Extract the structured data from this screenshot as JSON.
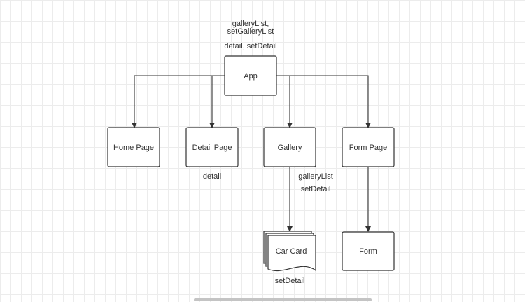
{
  "nodes": {
    "app": "App",
    "home_page": "Home Page",
    "detail_page": "Detail Page",
    "gallery": "Gallery",
    "form_page": "Form Page",
    "car_card": "Car Card",
    "form": "Form"
  },
  "labels": {
    "app_state_line1": "galleryList,",
    "app_state_line2": "setGalleryList",
    "app_state_line3": "detail, setDetail",
    "detail_page_prop": "detail",
    "gallery_prop_line1": "galleryList",
    "gallery_prop_line2": "setDetail",
    "car_card_prop": "setDetail"
  }
}
